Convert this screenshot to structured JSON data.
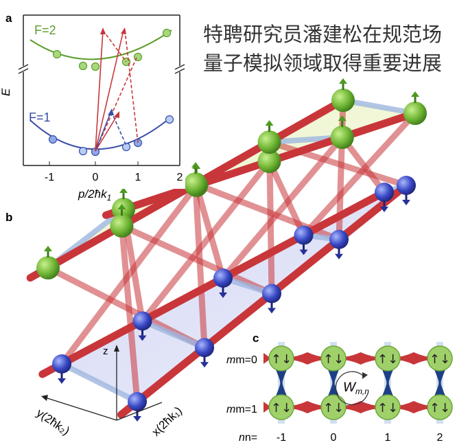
{
  "headline": {
    "line1": "特聘研究员潘建松在规范场",
    "line2": "量子模拟领域取得重要进展"
  },
  "panel_a": {
    "letter": "a",
    "upper_band": "F=2",
    "lower_band": "F=1",
    "ylabel": "E",
    "xlabel_main": "p/2ħk",
    "xlabel_sub": "1",
    "x_ticks": [
      "-1",
      "0",
      "1",
      "2"
    ]
  },
  "panel_b": {
    "letter": "b",
    "axis_z": "z",
    "axis_y": "y(2ħk₂)",
    "axis_x": "x(2ħk₁)"
  },
  "panel_c": {
    "letter": "c",
    "m0_label": "m=0",
    "m1_label": "m=1",
    "n_label": "n=",
    "n_values": [
      "-1",
      "0",
      "1",
      "2"
    ],
    "spin_symbol": "↑↓",
    "loop_label": "W",
    "loop_sub": "m,n"
  },
  "colors": {
    "green": "#5c9e2c",
    "blue": "#3a4ea8",
    "red": "#c8363a",
    "light_blue": "#9fb6e0",
    "node_green": "#9fd06a"
  }
}
